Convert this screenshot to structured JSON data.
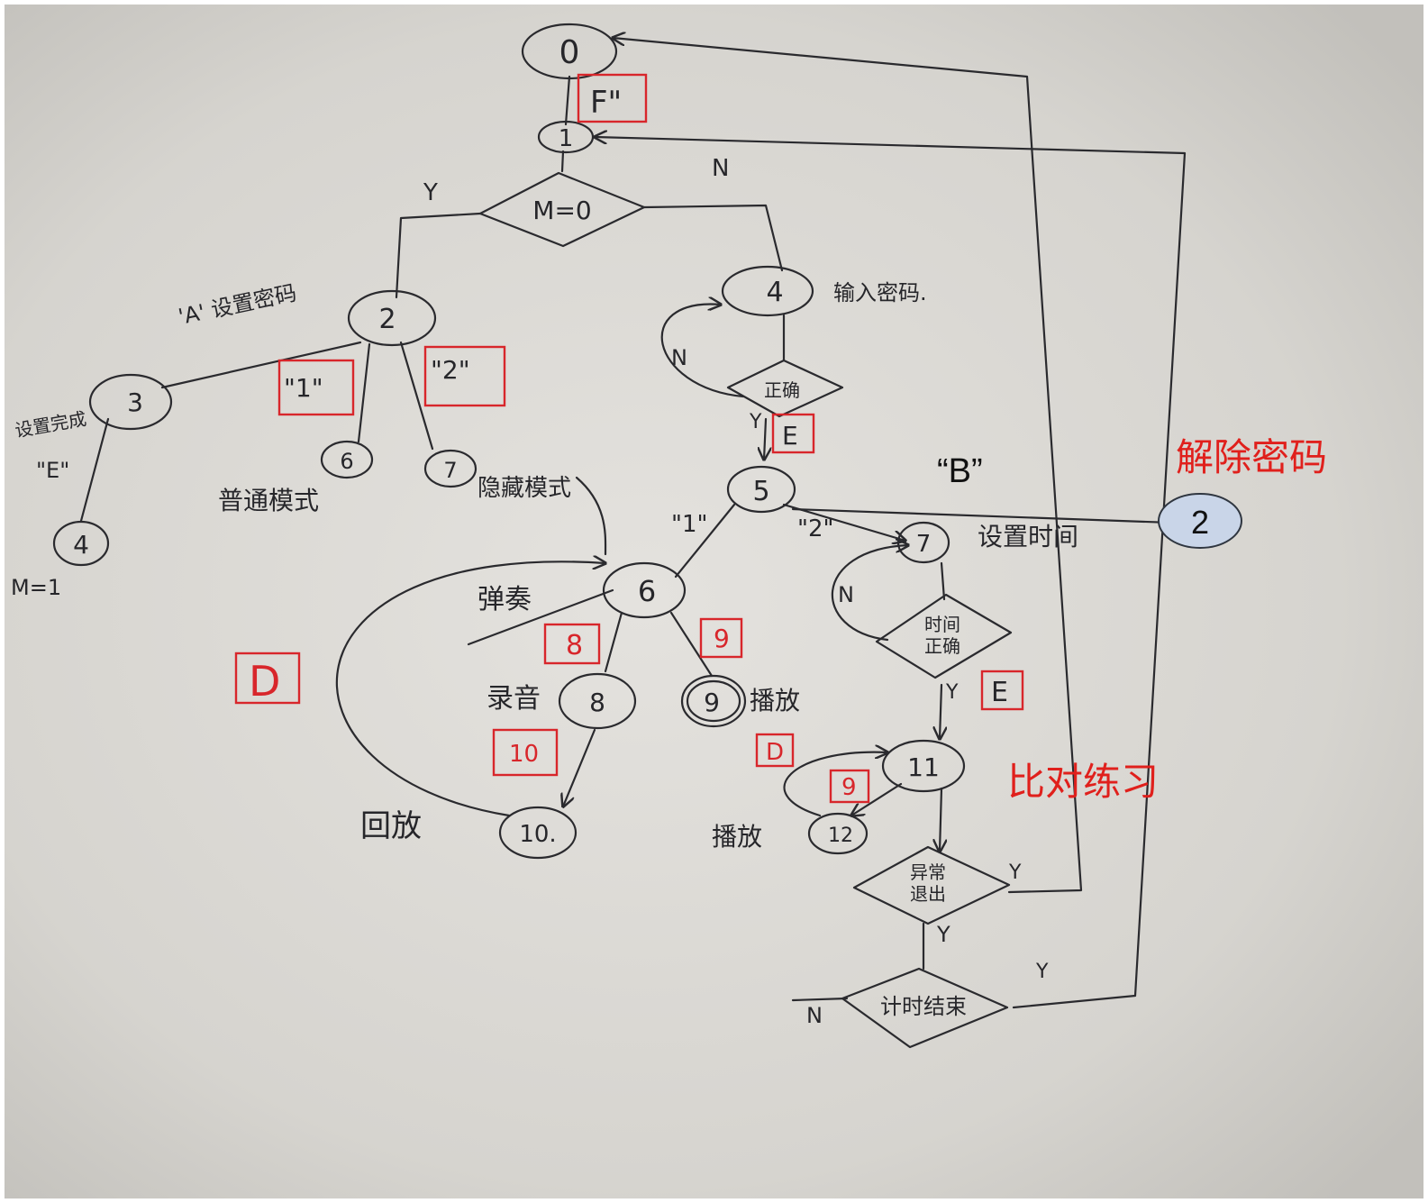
{
  "nodes": {
    "n0": "0",
    "n1": "1",
    "n2": "2",
    "n3": "3",
    "n4_left": "4",
    "n4_right": "4",
    "n5": "5",
    "n6_small": "6",
    "n6_main": "6",
    "n7_small": "7",
    "n7_right": "7",
    "n8": "8",
    "n9": "9",
    "n10": "10.",
    "n11": "11",
    "n12": "12"
  },
  "decisions": {
    "m_zero": "M=0",
    "correct": "正确",
    "time_correct": "时间正确",
    "abnormal_exit": "异常退出",
    "timing_end": "计时结束"
  },
  "labels": {
    "set_password": "'A' 设置密码",
    "set_complete": "设置完成",
    "e_quote": "\"E\"",
    "m_eq_1": "M=1",
    "input_password": "输入密码.",
    "normal_mode": "普通模式",
    "hidden_mode": "隐藏模式",
    "perform": "弹奏",
    "record": "录音",
    "play_9": "播放",
    "replay": "回放",
    "set_time": "设置时间",
    "play_12": "播放",
    "quote_1_a": "\"1\"",
    "quote_2_a": "\"2\"",
    "quote_1_b": "\"1\"",
    "quote_2_b": "\"2\""
  },
  "edge_labels": {
    "y_left": "Y",
    "n_top": "N",
    "n_loop_correct": "N",
    "y_correct": "Y",
    "n_loop_time": "N",
    "y_time": "Y",
    "y_abnormal_right": "Y",
    "y_abnormal_down": "Y",
    "y_timing_right": "Y",
    "n_timing_left": "N"
  },
  "key_boxes": {
    "f": "F\"",
    "one": "\"1\"",
    "two": "\"2\"",
    "e_correct": "E",
    "eight": "8",
    "nine_top": "9",
    "d_left": "D",
    "ten": "10",
    "e_time": "E",
    "d_small": "D",
    "nine_small": "9"
  },
  "annotations": {
    "b_key": "“B”",
    "remove_password": "解除密码",
    "compare_practice": "比对练习",
    "callout_number": "2"
  },
  "colors": {
    "ink": "#2a2a2e",
    "handwritten_red": "#d8262b",
    "typed_red": "#e0201c",
    "callout_fill": "#c9d5e8",
    "paper": "#dcdad6"
  }
}
